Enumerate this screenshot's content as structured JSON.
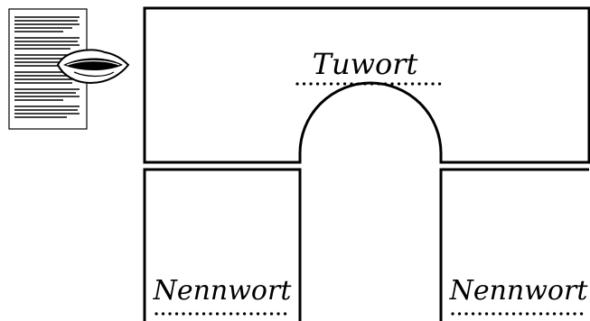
{
  "colors": {
    "ink": "#000000",
    "paper": "#ffffff"
  },
  "icons": {
    "document": "document-icon",
    "mouth": "mouth-icon"
  },
  "labels": {
    "top": "Tuwort",
    "bottom_left": "Nennwort",
    "bottom_right": "Nennwort"
  }
}
